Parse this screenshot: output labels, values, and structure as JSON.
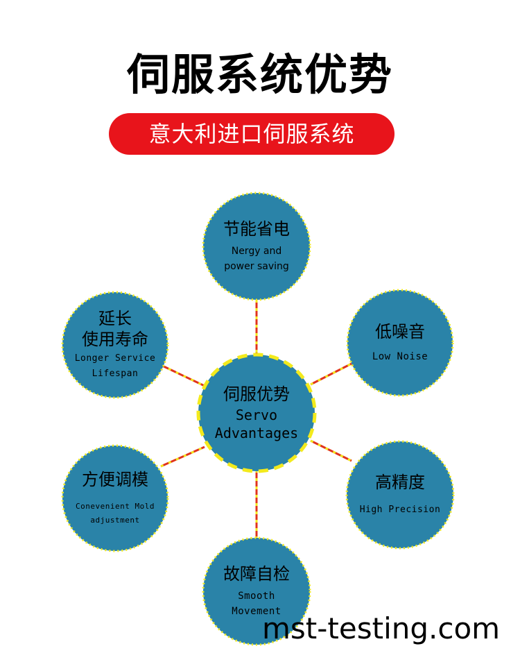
{
  "header": {
    "title": "伺服系统优势",
    "subtitle": "意大利进口伺服系统"
  },
  "colors": {
    "circle_fill": "#2a83a8",
    "dot_border": "#f3ea1c",
    "connector_red": "#e0341c",
    "connector_yellow": "#f3ea1c",
    "pill_red": "#e8141b"
  },
  "center": {
    "zh": "伺服优势",
    "en": "Servo\nAdvantages"
  },
  "nodes": {
    "top": {
      "zh": "节能省电",
      "en": "Nergy and\npower saving"
    },
    "top_left": {
      "zh": "延长\n使用寿命",
      "en": "Longer Service\nLifespan"
    },
    "top_right": {
      "zh": "低噪音",
      "en": "Low Noise"
    },
    "bottom_left": {
      "zh": "方便调模",
      "en": "Conevenient Mold\nadjustment"
    },
    "bottom_right": {
      "zh": "高精度",
      "en": "High Precision"
    },
    "bottom": {
      "zh": "故障自检",
      "en": "Smooth\nMovement"
    }
  },
  "watermark": "mst-testing.com"
}
